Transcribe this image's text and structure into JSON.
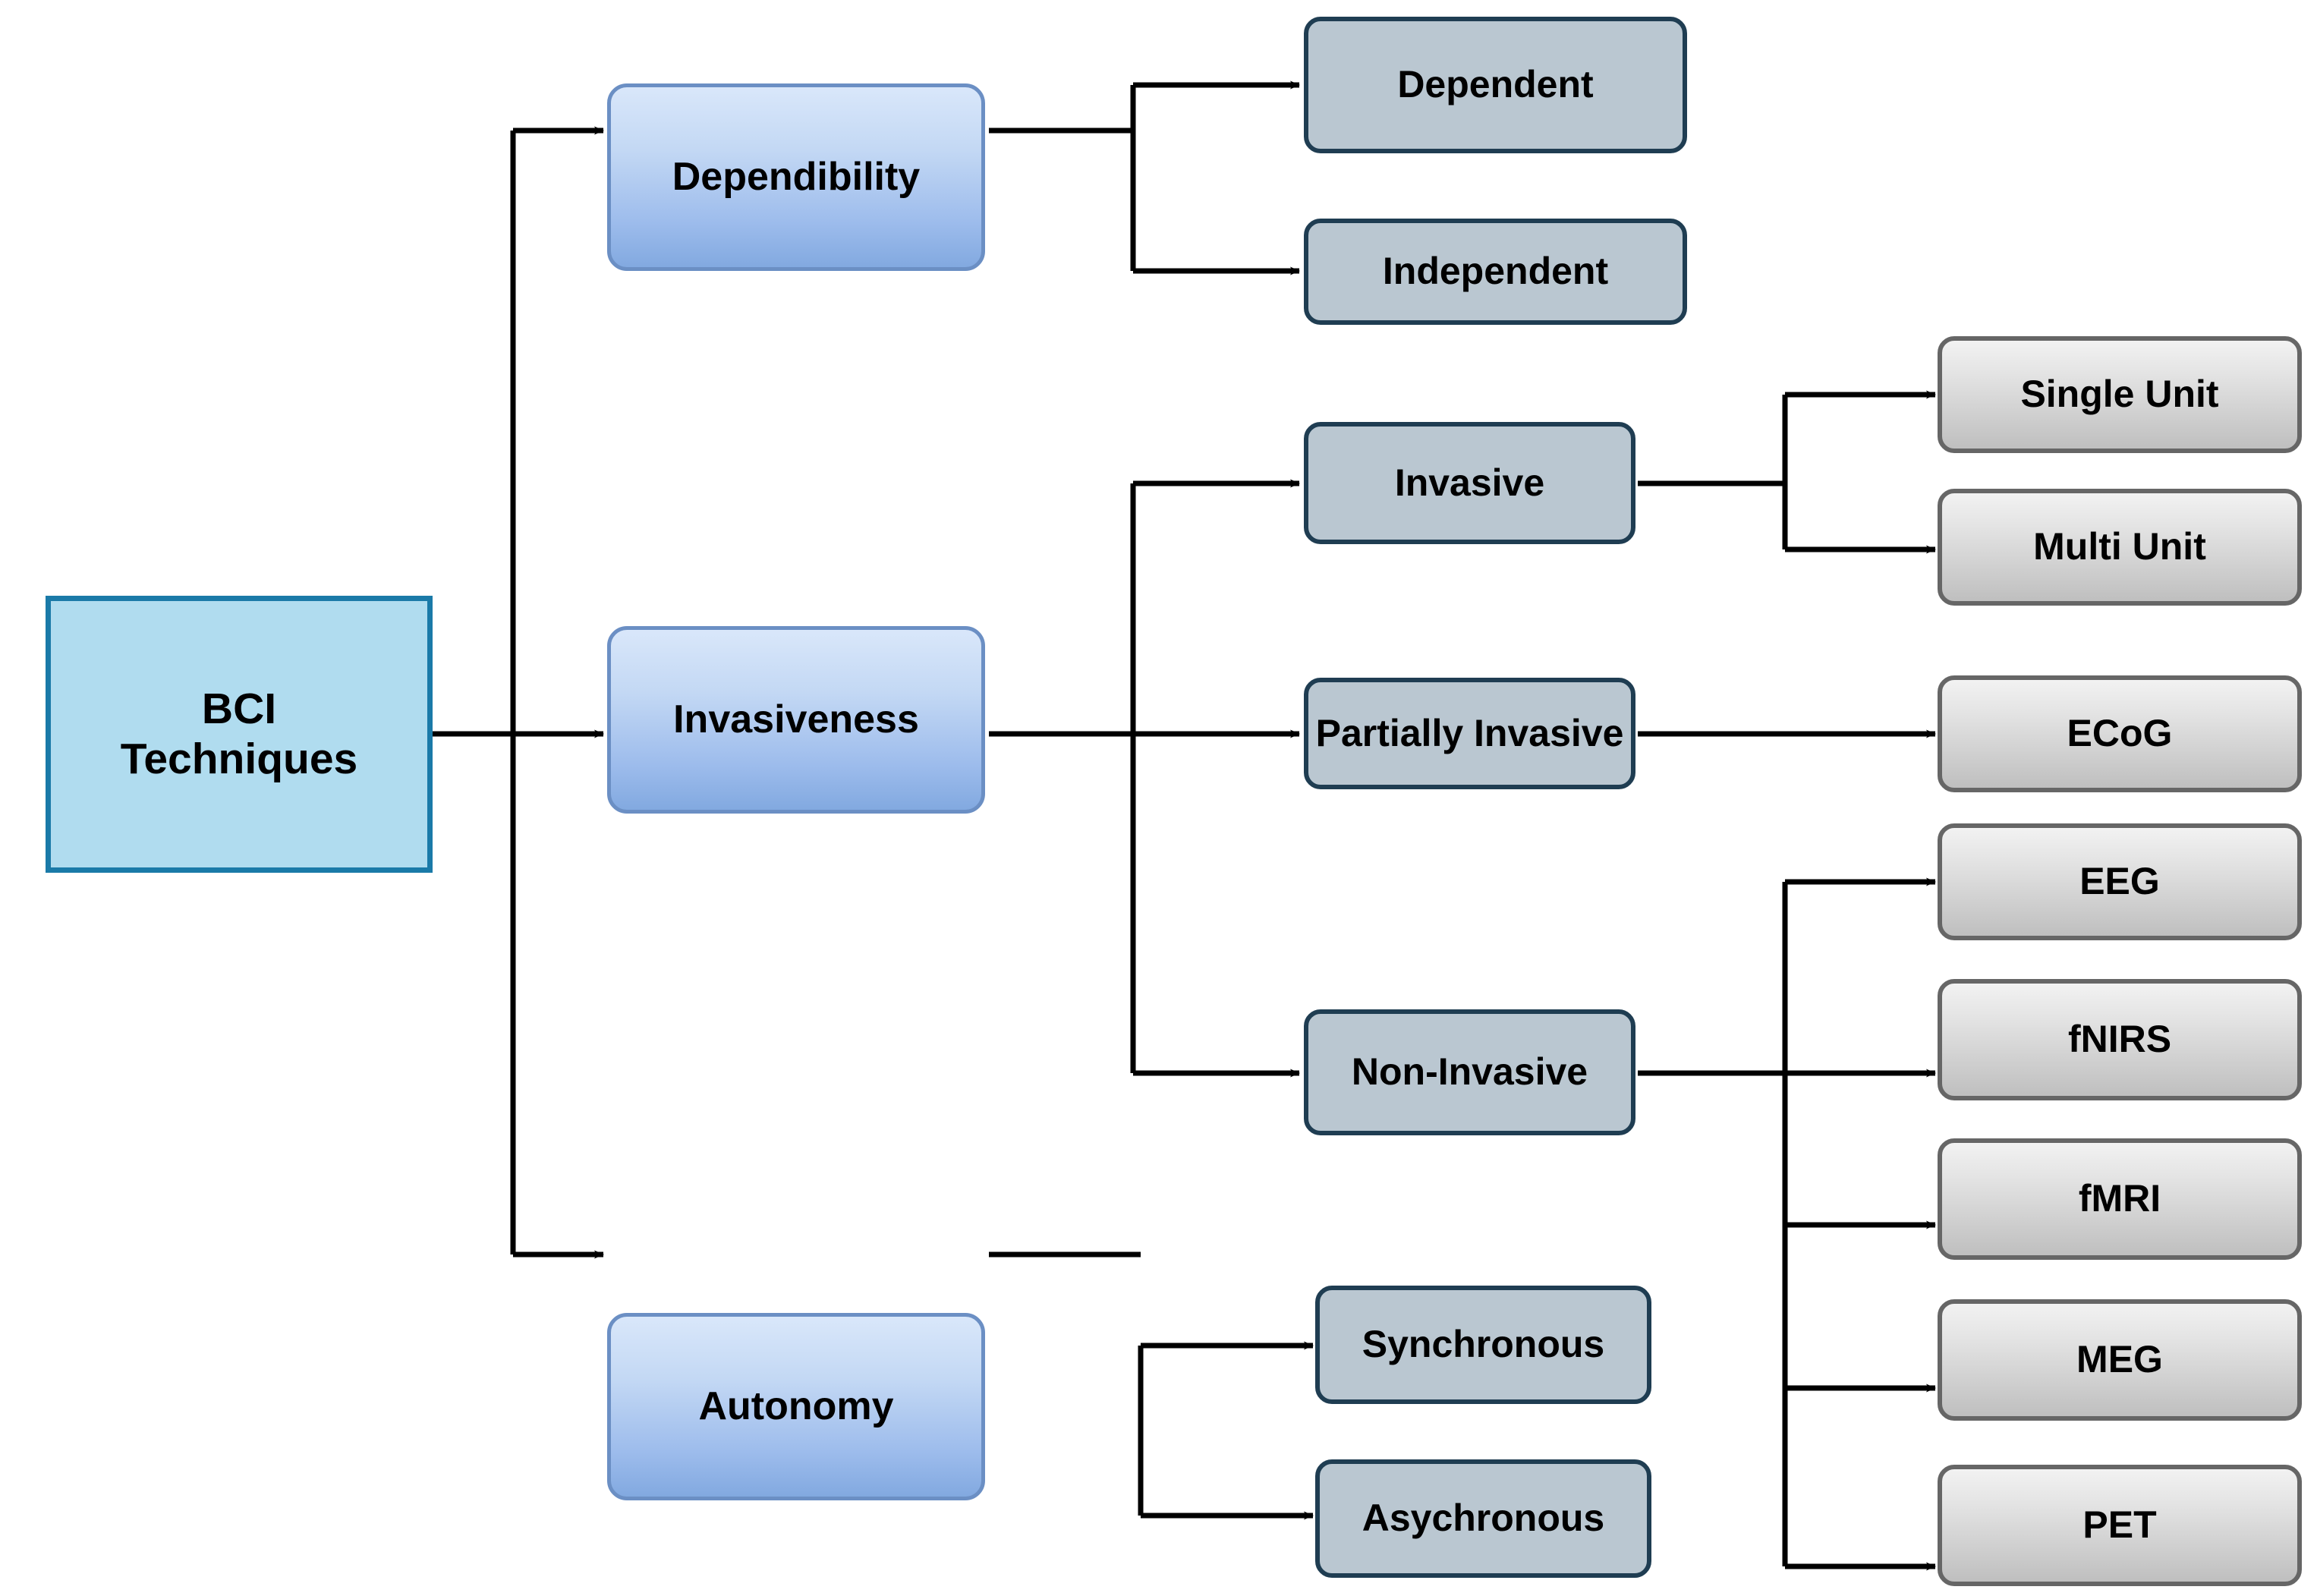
{
  "diagram": {
    "title": "BCI Techniques taxonomy",
    "background_color": "#ffffff",
    "edge_color": "#000000",
    "palette": {
      "root_fill": "#b0dcef",
      "root_border": "#1a7aa8",
      "level1_fill_top": "#d9e7fa",
      "level1_fill_bottom": "#82a9e0",
      "level1_border": "#6b8fc4",
      "level2_fill": "#bac7d1",
      "level2_border": "#1f3d52",
      "level3_fill_top": "#f2f2f2",
      "level3_fill_bottom": "#bfbfbf",
      "level3_border": "#666666"
    }
  },
  "nodes": {
    "root": {
      "label": "BCI\nTechniques"
    },
    "level1": [
      {
        "key": "dependability",
        "label": "Dependibility"
      },
      {
        "key": "invasiveness",
        "label": "Invasiveness"
      },
      {
        "key": "autonomy",
        "label": "Autonomy"
      }
    ],
    "level2": [
      {
        "key": "dependent",
        "label": "Dependent",
        "parent": "dependability"
      },
      {
        "key": "independent",
        "label": "Independent",
        "parent": "dependability"
      },
      {
        "key": "invasive",
        "label": "Invasive",
        "parent": "invasiveness"
      },
      {
        "key": "partially-invasive",
        "label": "Partially Invasive",
        "parent": "invasiveness"
      },
      {
        "key": "non-invasive",
        "label": "Non-Invasive",
        "parent": "invasiveness"
      },
      {
        "key": "synchronous",
        "label": "Synchronous",
        "parent": "autonomy"
      },
      {
        "key": "asynchronous",
        "label": "Asychronous",
        "parent": "autonomy"
      }
    ],
    "level3": [
      {
        "key": "single-unit",
        "label": "Single Unit",
        "parent": "invasive"
      },
      {
        "key": "multi-unit",
        "label": "Multi Unit",
        "parent": "invasive"
      },
      {
        "key": "ecog",
        "label": "ECoG",
        "parent": "partially-invasive"
      },
      {
        "key": "eeg",
        "label": "EEG",
        "parent": "non-invasive"
      },
      {
        "key": "fnirs",
        "label": "fNIRS",
        "parent": "non-invasive"
      },
      {
        "key": "fmri",
        "label": "fMRI",
        "parent": "non-invasive"
      },
      {
        "key": "meg",
        "label": "MEG",
        "parent": "non-invasive"
      },
      {
        "key": "pet",
        "label": "PET",
        "parent": "non-invasive"
      }
    ]
  }
}
